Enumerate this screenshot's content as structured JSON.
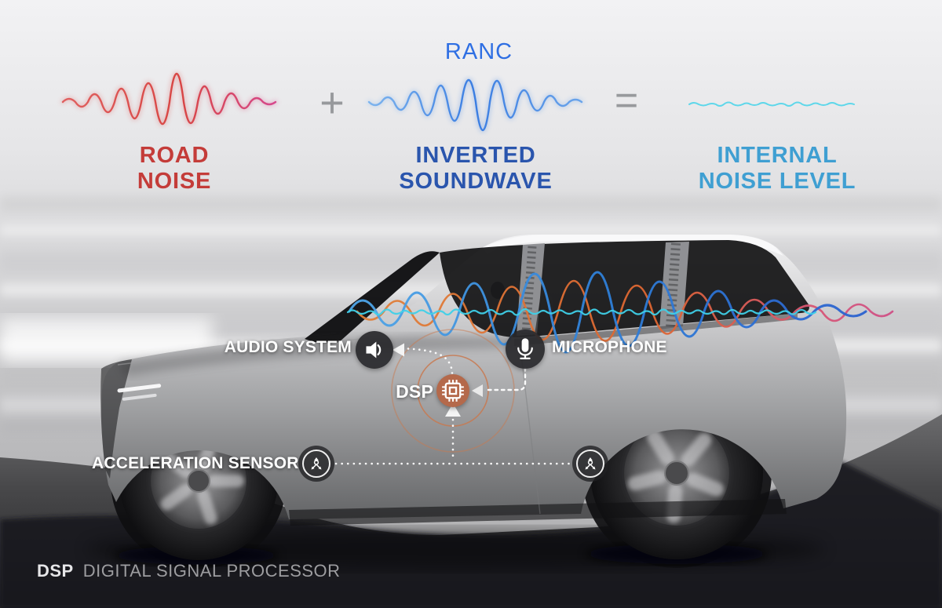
{
  "equation": {
    "road_noise": {
      "line1": "ROAD",
      "line2": "NOISE",
      "color": "#c43c39"
    },
    "plus_sign": "+",
    "ranc_label": "RANC",
    "ranc_color": "#2f6fe3",
    "inverted_soundwave": {
      "line1": "INVERTED",
      "line2": "SOUNDWAVE",
      "color": "#2a55ad"
    },
    "equals_sign": "=",
    "internal_noise": {
      "line1": "INTERNAL",
      "line2": "NOISE LEVEL",
      "color": "#3f9fd2"
    },
    "wave_colors": {
      "road_noise": "#d84543",
      "road_noise_tail": "#d6498c",
      "inverted": "#3a7de2",
      "internal_level": "#5ed7ea"
    }
  },
  "car_diagram": {
    "audio_system_label": "AUDIO SYSTEM",
    "microphone_label": "MICROPHONE",
    "dsp_label": "DSP",
    "acceleration_sensor_label": "ACCELERATION SENSOR",
    "dsp_node_color": "#b4694b",
    "cabin_wave_colors": {
      "noise": "#e06a33",
      "anti_noise": "#2e7fd8",
      "result": "#3fd0e8"
    },
    "icons": {
      "speaker": "speaker-icon",
      "microphone": "microphone-icon",
      "dsp_chip": "chip-icon",
      "acceleration_sensor": "axis-arrows-icon"
    }
  },
  "footer": {
    "abbr": "DSP",
    "label": "DIGITAL SIGNAL PROCESSOR"
  }
}
